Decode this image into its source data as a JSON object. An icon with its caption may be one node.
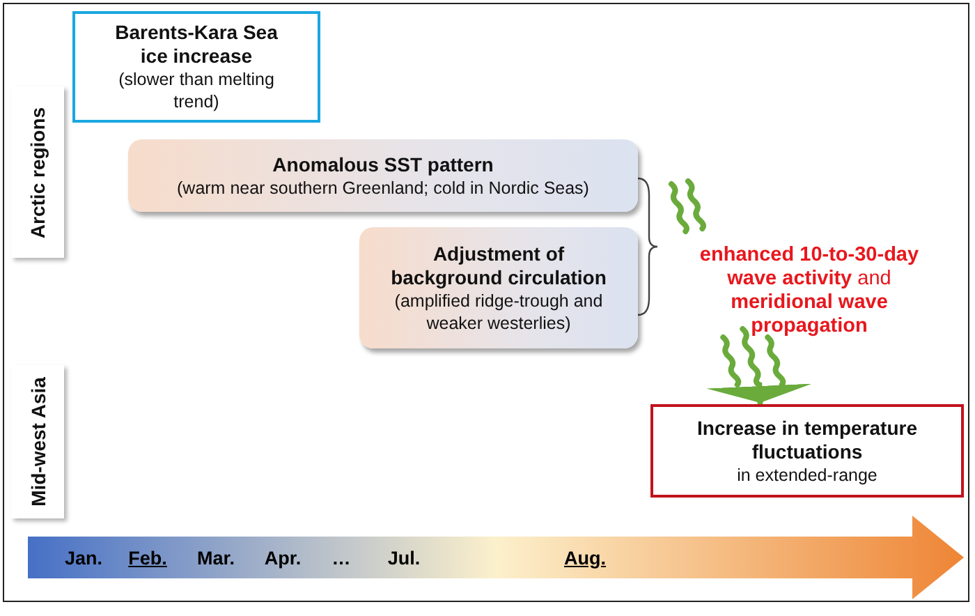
{
  "diagram": {
    "nodes": [
      {
        "text": [
          "Arctic regions"
        ]
      },
      {
        "text": [
          "Mid-west Asia"
        ]
      },
      {
        "text": [
          "Barents-Kara Sea ice increase",
          "(slower than melting trend)"
        ]
      },
      {
        "text": [
          "Anomalous SST pattern",
          "(warm near southern Greenland; cold in Nordic Seas)"
        ]
      },
      {
        "text": [
          "Adjustment of background circulation",
          "(amplified ridge-trough and weaker westerlies)"
        ]
      },
      {
        "text": [
          "**enhanced 10-to-30-day wave activity** and **meridional wave propagation**"
        ]
      },
      {
        "text": [
          "Increase in temperature fluctuations",
          "in extended-range"
        ]
      }
    ],
    "edges": [
      {
        "from": 5,
        "to": 6,
        "arrow": "to",
        "color": "#6aab3c"
      }
    ],
    "labels": [
      "Jan.",
      "Feb.",
      "Mar.",
      "Apr.",
      "…",
      "Jul.",
      "Aug."
    ]
  }
}
